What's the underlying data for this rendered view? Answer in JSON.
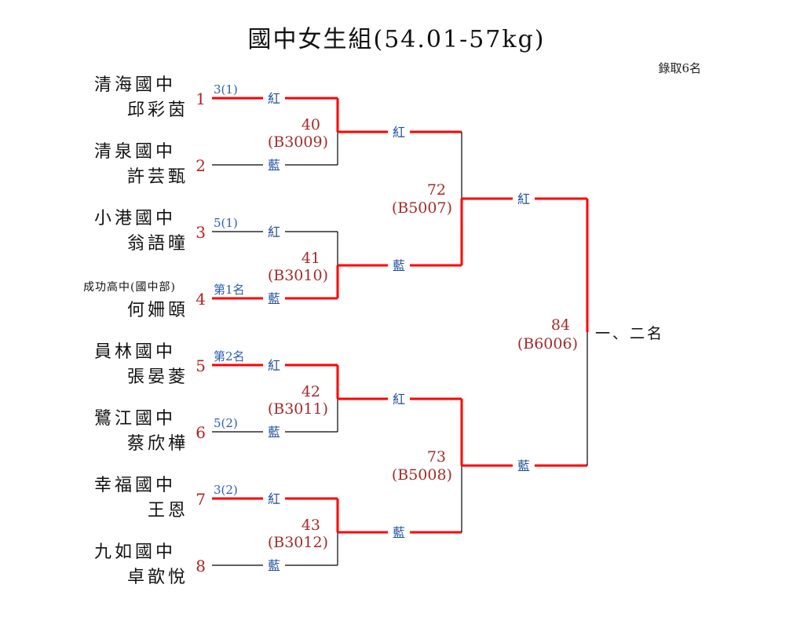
{
  "title": "國中女生組(54.01-57kg)",
  "quota": "錄取6名",
  "colors": {
    "winner_line": "#ff0000",
    "line": "#000000",
    "seed": "#b22222",
    "corner": "#1f4e9c",
    "match": "#a52a2a",
    "note": "#2a5db0"
  },
  "entrants": [
    {
      "seed": "1",
      "school": "清海國中",
      "name": "邱彩茵",
      "note": "3(1)",
      "corner": "紅",
      "advanced": true
    },
    {
      "seed": "2",
      "school": "清泉國中",
      "name": "許芸甄",
      "note": "",
      "corner": "藍",
      "advanced": false
    },
    {
      "seed": "3",
      "school": "小港國中",
      "name": "翁語曈",
      "note": "5(1)",
      "corner": "紅",
      "advanced": false
    },
    {
      "seed": "4",
      "school": "成功高中(國中部)",
      "name": "何姍頤",
      "note": "第1名",
      "corner": "藍",
      "advanced": true
    },
    {
      "seed": "5",
      "school": "員林國中",
      "name": "張晏菱",
      "note": "第2名",
      "corner": "紅",
      "advanced": true
    },
    {
      "seed": "6",
      "school": "鷺江國中",
      "name": "蔡欣樺",
      "note": "5(2)",
      "corner": "藍",
      "advanced": false
    },
    {
      "seed": "7",
      "school": "幸福國中",
      "name": "王恩",
      "note": "3(2)",
      "corner": "紅",
      "advanced": true
    },
    {
      "seed": "8",
      "school": "九如國中",
      "name": "卓歆悅",
      "note": "",
      "corner": "藍",
      "advanced": false
    }
  ],
  "round1": [
    {
      "number": "40",
      "code": "(B3009)",
      "out_corner": "紅",
      "winner": "top"
    },
    {
      "number": "41",
      "code": "(B3010)",
      "out_corner": "藍",
      "winner": "bottom"
    },
    {
      "number": "42",
      "code": "(B3011)",
      "out_corner": "紅",
      "winner": "top"
    },
    {
      "number": "43",
      "code": "(B3012)",
      "out_corner": "藍",
      "winner": "top"
    }
  ],
  "round2": [
    {
      "number": "72",
      "code": "(B5007)",
      "out_corner": "紅",
      "winner": "bottom"
    },
    {
      "number": "73",
      "code": "(B5008)",
      "out_corner": "藍",
      "winner": "top"
    }
  ],
  "final": {
    "number": "84",
    "code": "(B6006)",
    "winner": "top",
    "result_label": "一、二名"
  }
}
